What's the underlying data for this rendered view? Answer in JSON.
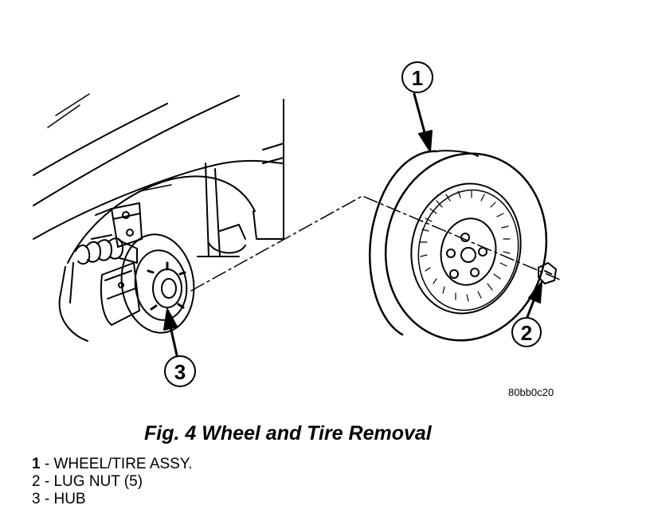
{
  "figure": {
    "caption": "Fig. 4 Wheel and Tire Removal",
    "image_code": "80bb0c20"
  },
  "callouts": [
    {
      "number": "1"
    },
    {
      "number": "2"
    },
    {
      "number": "3"
    }
  ],
  "legend": [
    {
      "number": "1",
      "sep": " - ",
      "label": "WHEEL/TIRE ASSY."
    },
    {
      "number": "2",
      "sep": " - ",
      "label": "LUG NUT (5)"
    },
    {
      "number": "3",
      "sep": " - ",
      "label": "HUB"
    }
  ]
}
